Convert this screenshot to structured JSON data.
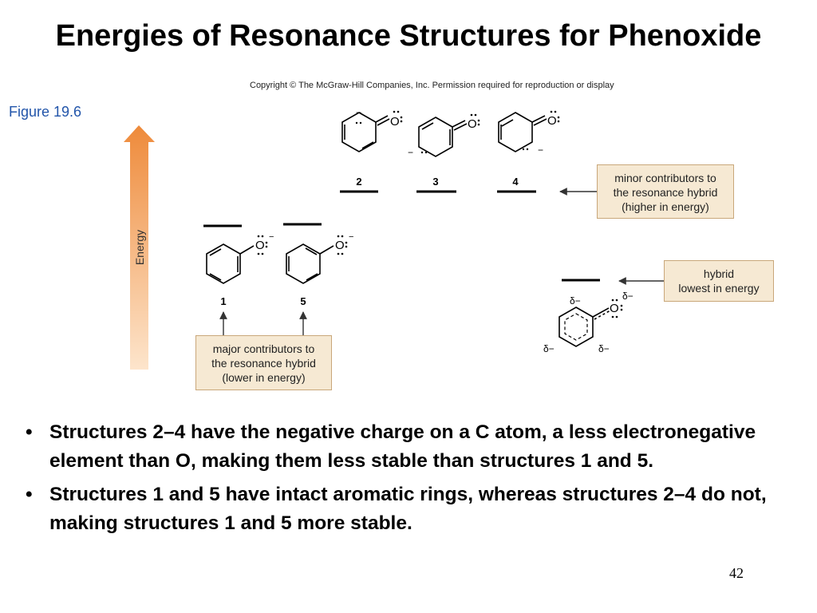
{
  "slide": {
    "title": "Energies of Resonance Structures for Phenoxide",
    "copyright": "Copyright © The McGraw-Hill Companies, Inc. Permission required for reproduction or display",
    "figure_label": "Figure 19.6",
    "page_number": "42"
  },
  "diagram": {
    "energy_label": "Energy",
    "structure_labels": [
      "2",
      "3",
      "4",
      "1",
      "5"
    ],
    "atom_O": "O",
    "minus": "−",
    "delta_minus": "δ−",
    "minor_box": [
      "minor contributors to",
      "the resonance hybrid",
      "(higher in energy)"
    ],
    "hybrid_box": [
      "hybrid",
      "lowest in energy"
    ],
    "major_box": [
      "major contributors to",
      "the resonance hybrid",
      "(lower in energy)"
    ],
    "colors": {
      "arrow_top": "#ee8a3a",
      "arrow_bottom": "#fde5cc",
      "box_fill": "#f6e9d3",
      "box_border": "#c9a77a",
      "figure_text": "#2255aa"
    }
  },
  "bullets": [
    "Structures 2–4 have the negative charge on a C atom, a less electronegative element than O, making them less stable than structures 1 and 5.",
    "Structures 1 and 5 have intact aromatic rings, whereas structures 2–4 do not, making structures 1 and 5 more stable."
  ],
  "bullet_symbol": "•"
}
